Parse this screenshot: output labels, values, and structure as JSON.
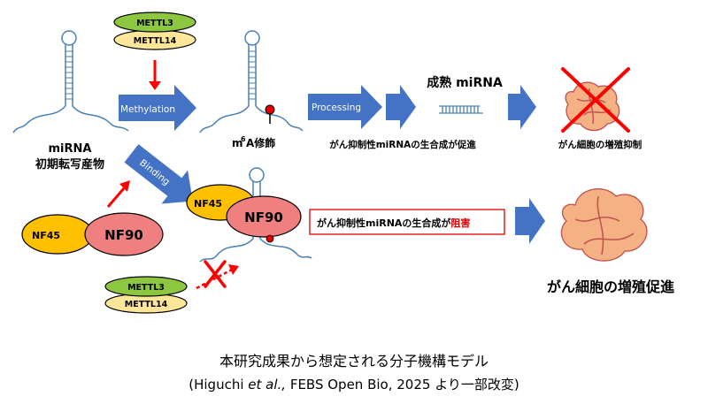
{
  "enzymes": {
    "writer_a": "METTL3",
    "writer_b": "METTL14"
  },
  "proteins": {
    "nf45": "NF45",
    "nf90": "NF90"
  },
  "labels": {
    "pri_mirna_line1": "miRNA",
    "pri_mirna_line2": "初期転写産物",
    "methylation": "Methylation",
    "m6a_prefix": "m",
    "m6a_sup": "6",
    "m6a_suffix": "A修飾",
    "processing": "Processing",
    "mature_mirna": "成熟 miRNA",
    "promotion_text": "がん抑制性miRNAの生合成が促進",
    "suppression_text": "がん細胞の増殖抑制",
    "binding": "Binding",
    "inhibition_prefix": "がん抑制性miRNAの生合成が",
    "inhibition_word": "阻害",
    "proliferation_text": "がん細胞の増殖促進"
  },
  "caption": {
    "line1": "本研究成果から想定される分子機構モデル",
    "line2_open": "(Higuchi ",
    "line2_etal": "et al.,",
    "line2_rest": " FEBS Open Bio, 2025 より一部改変)"
  },
  "colors": {
    "arrow_blue": "#4472C4",
    "mettl3_green": "#8DC63F",
    "mettl14_cream": "#FFE699",
    "nf45_gold": "#FFC000",
    "nf90_salmon": "#F08080",
    "cell_pink": "#F4B183",
    "inhibit_red": "#FF0000",
    "rna_blue": "#4A7FB5"
  }
}
